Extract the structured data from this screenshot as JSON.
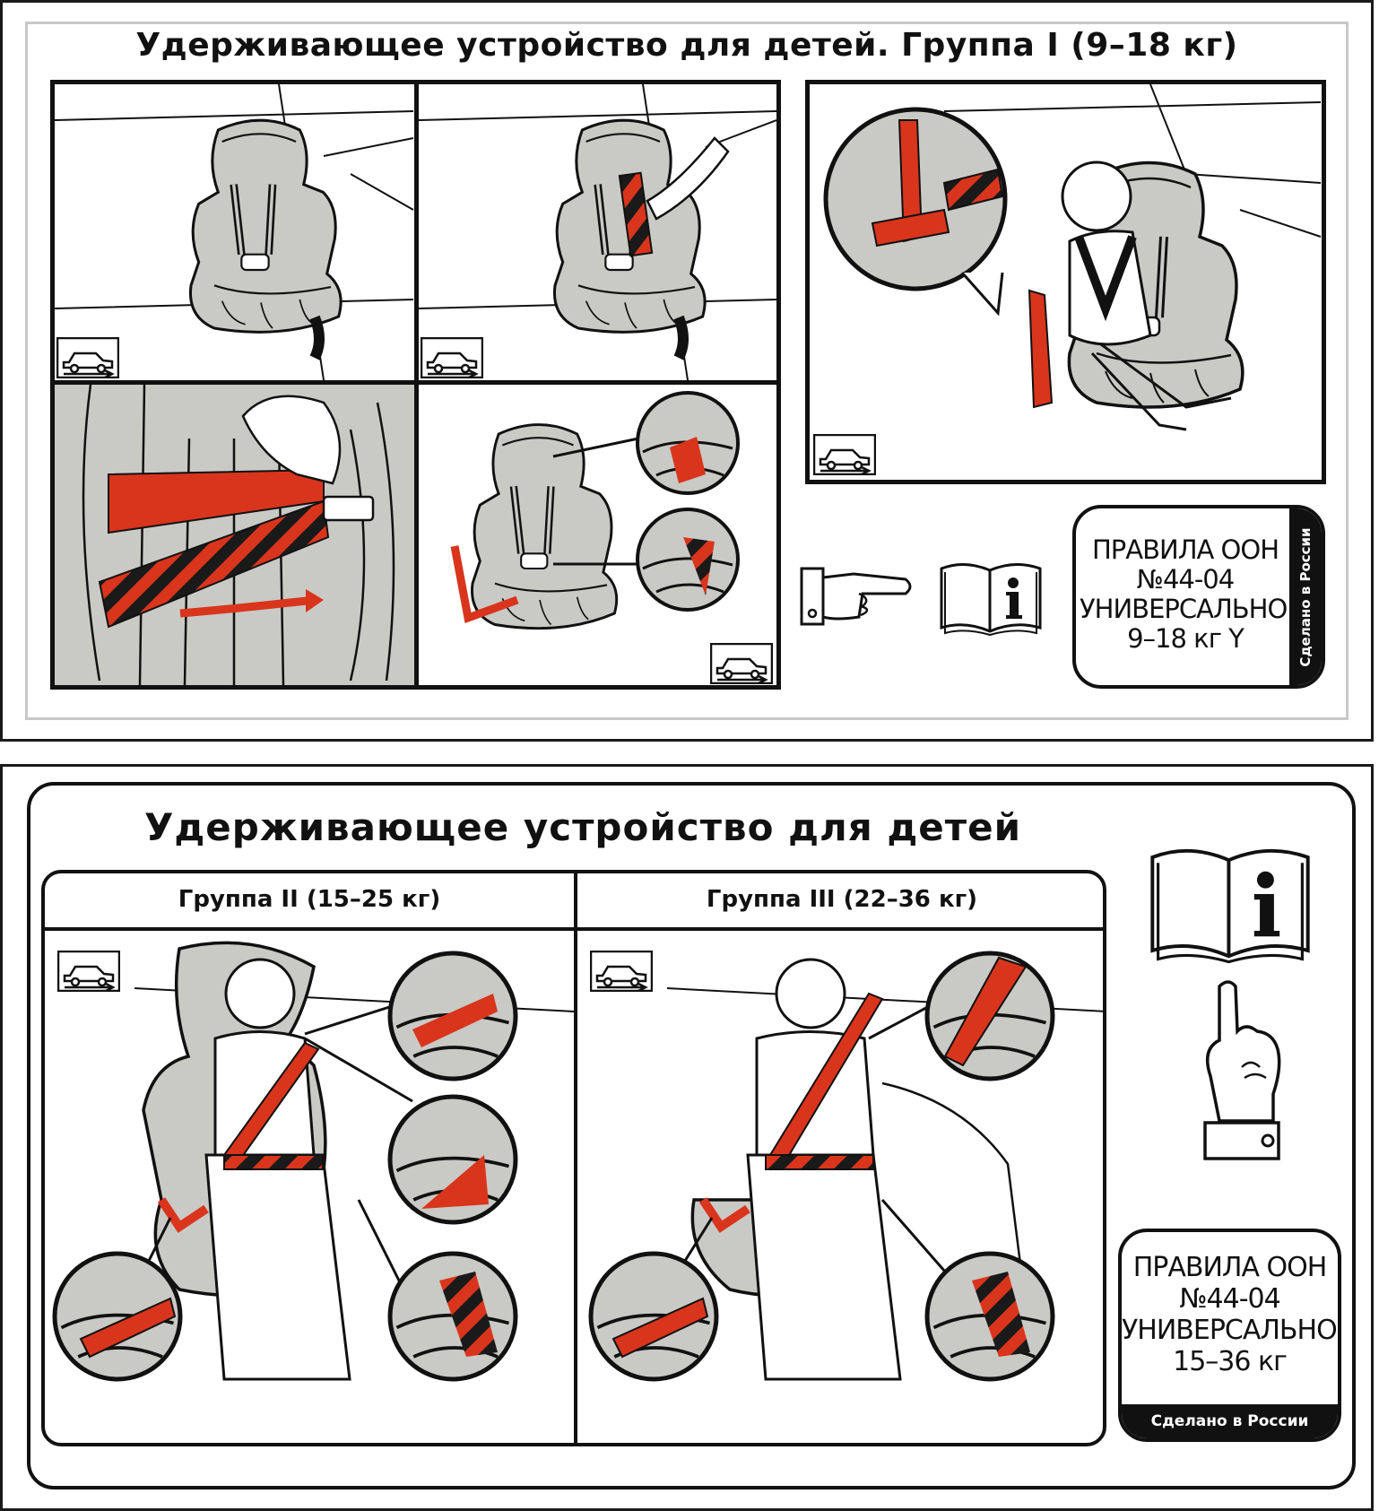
{
  "sheet1": {
    "title": "Удерживающее устройство для детей. Группа I (9–18 кг)",
    "label": {
      "line1": "ПРАВИЛА ООН",
      "line2": "№44-04",
      "line3": "УНИВЕРСАЛЬНОЕ",
      "line4": "9–18 кг Y",
      "made_in": "Сделано в России"
    }
  },
  "sheet2": {
    "title": "Удерживающее устройство для детей",
    "group2": "Группа II (15–25 кг)",
    "group3": "Группа III (22–36 кг)",
    "label": {
      "line1": "ПРАВИЛА ООН",
      "line2": "№44-04",
      "line3": "УНИВЕРСАЛЬНОЕ",
      "line4": "15–36 кг",
      "made_in": "Сделано в России"
    }
  },
  "colors": {
    "belt_red": "#d9351c",
    "seat_gray": "#c9c9c6",
    "stripe_dark": "#1a1a1a",
    "ink": "#111111"
  },
  "icons": [
    "car-forward-icon",
    "pointing-hand-icon",
    "info-book-icon",
    "raised-finger-icon",
    "belt-buckle-icon"
  ]
}
